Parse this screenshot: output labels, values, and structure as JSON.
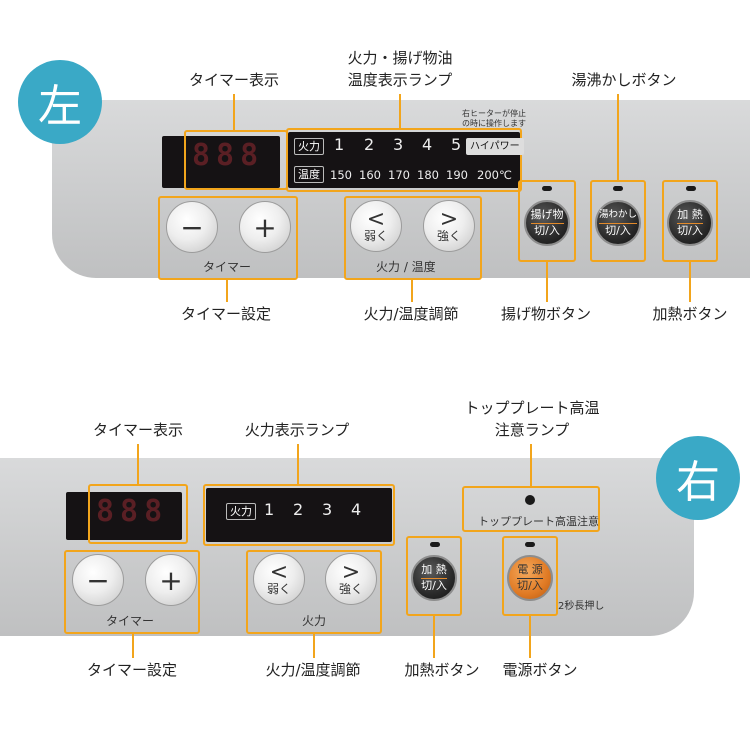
{
  "left": {
    "badge": "左",
    "callouts": {
      "timer_display": "タイマー表示",
      "lamp_line1": "火力・揚げ物油",
      "lamp_line2": "温度表示ランプ",
      "boil_button": "湯沸かしボタン",
      "timer_setting": "タイマー設定",
      "heat_temp_adjust": "火力/温度調節",
      "fry_button": "揚げ物ボタン",
      "heat_button": "加熱ボタン"
    },
    "display": {
      "digits": "888"
    },
    "lamp": {
      "heat_tag": "火力",
      "levels": [
        "1",
        "2",
        "3",
        "4",
        "5"
      ],
      "high_power": "ハイパワー",
      "temp_tag": "温度",
      "temps": [
        "150",
        "160",
        "170",
        "180",
        "190",
        "200℃"
      ],
      "note_line1": "右ヒーターが停止",
      "note_line2": "の時に操作します"
    },
    "buttons": {
      "minus": "−",
      "plus": "+",
      "timer_label": "タイマー",
      "weak_glyph": "<",
      "weak": "弱く",
      "strong_glyph": ">",
      "strong": "強く",
      "heat_temp_label": "火力 / 温度",
      "fry_top": "揚げ物",
      "fry_bottom": "切/入",
      "boil_top": "湯わかし",
      "boil_bottom": "切/入",
      "heat_top": "加 熱",
      "heat_bottom": "切/入"
    }
  },
  "right": {
    "badge": "右",
    "callouts": {
      "timer_display": "タイマー表示",
      "heat_lamp": "火力表示ランプ",
      "top_plate_line1": "トッププレート高温",
      "top_plate_line2": "注意ランプ",
      "timer_setting": "タイマー設定",
      "heat_temp_adjust": "火力/温度調節",
      "heat_button": "加熱ボタン",
      "power_button": "電源ボタン"
    },
    "display": {
      "digits": "888"
    },
    "lamp": {
      "heat_tag": "火力",
      "levels": [
        "1",
        "2",
        "3",
        "4"
      ],
      "top_plate_label": "トッププレート高温注意"
    },
    "buttons": {
      "minus": "−",
      "plus": "+",
      "timer_label": "タイマー",
      "weak_glyph": "<",
      "weak": "弱く",
      "strong_glyph": ">",
      "strong": "強く",
      "heat_label": "火力",
      "heat_top": "加 熱",
      "heat_bottom": "切/入",
      "power_top": "電 源",
      "power_bottom": "切/入",
      "long_press": "2秒長押し"
    }
  },
  "colors": {
    "accent_outline": "#f2a51c",
    "badge": "#3aa9c6",
    "panel": "#cfd0d1",
    "display": "#151214"
  }
}
